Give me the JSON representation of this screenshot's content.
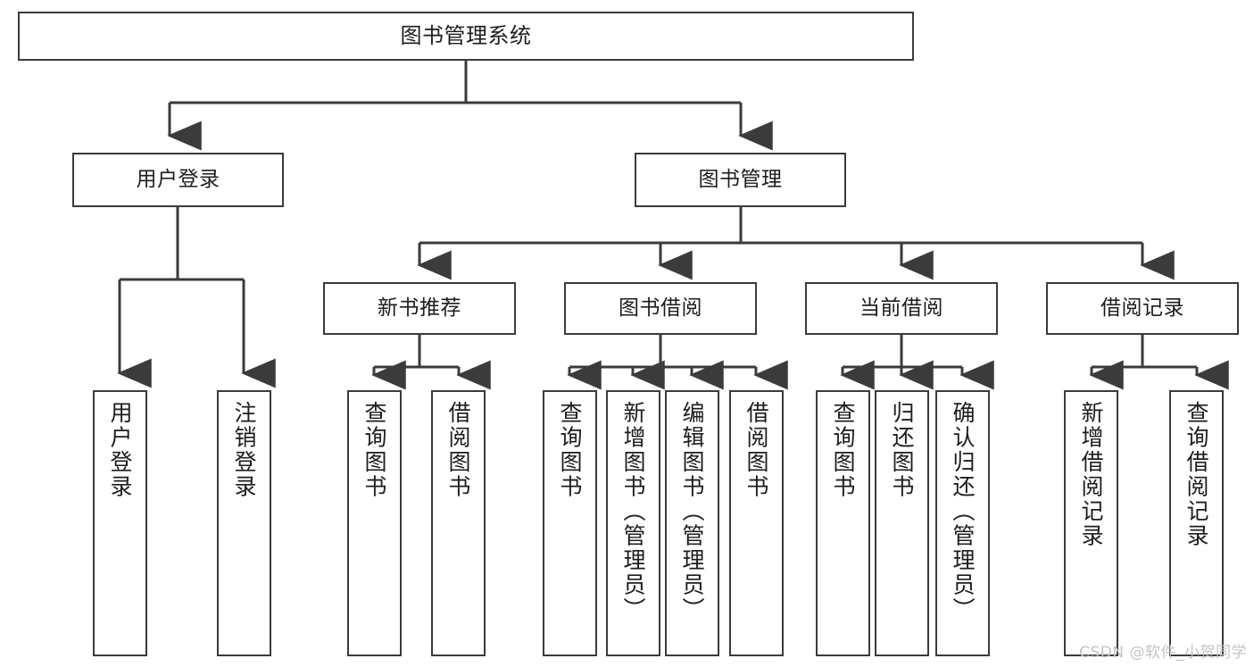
{
  "diagram": {
    "title": "图书管理系统",
    "type": "tree-hierarchy-chart",
    "watermark": "CSDN @软件_小贺同学",
    "colors": {
      "box_border": "#3b3b3b",
      "box_fill": "#ffffff",
      "connector": "#3b3b3b",
      "text": "#1d1d1d",
      "watermark": "#c3c3c3",
      "background": "#ffffff"
    },
    "root": {
      "label": "图书管理系统"
    },
    "level2": [
      {
        "label": "用户登录"
      },
      {
        "label": "图书管理"
      }
    ],
    "level3": [
      {
        "label": "新书推荐"
      },
      {
        "label": "图书借阅"
      },
      {
        "label": "当前借阅"
      },
      {
        "label": "借阅记录"
      }
    ],
    "leaves": {
      "user_login": [
        {
          "label": "用户登录"
        },
        {
          "label": "注销登录"
        }
      ],
      "new_book_recommend": [
        {
          "label": "查询图书"
        },
        {
          "label": "借阅图书"
        }
      ],
      "book_borrow": [
        {
          "label": "查询图书"
        },
        {
          "label": "新增图书（管理员）"
        },
        {
          "label": "编辑图书（管理员）"
        },
        {
          "label": "借阅图书"
        }
      ],
      "current_borrow": [
        {
          "label": "查询图书"
        },
        {
          "label": "归还图书"
        },
        {
          "label": "确认归还（管理员）"
        }
      ],
      "borrow_record": [
        {
          "label": "新增借阅记录"
        },
        {
          "label": "查询借阅记录"
        }
      ]
    }
  }
}
